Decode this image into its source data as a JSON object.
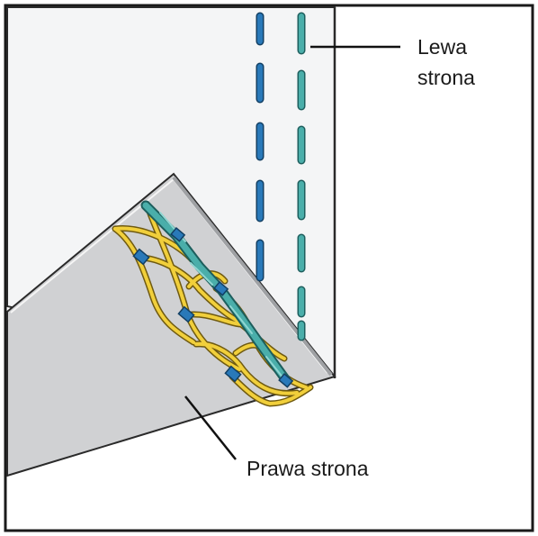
{
  "labels": {
    "left_side": [
      "Lewa",
      "strona"
    ],
    "right_side": "Prawa strona"
  },
  "colors": {
    "frame": "#1a1a1a",
    "panel_back": "#f4f5f6",
    "panel_front": "#d0d1d3",
    "edge_shadow": "#9fa1a4",
    "stitch_blue": "#2979b9",
    "stitch_teal": "#4aaeaa",
    "thread_yellow": "#f1cf3b",
    "thread_outline": "#6f5a10"
  }
}
